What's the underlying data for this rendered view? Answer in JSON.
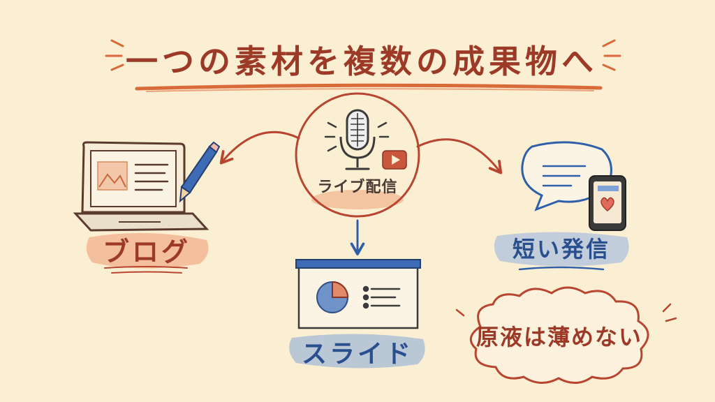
{
  "title": "一つの素材を複数の成果物へ",
  "hub": {
    "label": "ライブ配信",
    "icons": [
      "microphone-icon",
      "video-play-icon"
    ]
  },
  "outputs": {
    "blog": {
      "label": "ブログ",
      "icons": [
        "laptop-icon",
        "pencil-icon"
      ]
    },
    "slide": {
      "label": "スライド",
      "icons": [
        "presentation-board-icon",
        "pie-chart-icon"
      ]
    },
    "short": {
      "label": "短い発信",
      "icons": [
        "speech-bubble-icon",
        "smartphone-icon",
        "heart-icon"
      ]
    }
  },
  "note": {
    "label": "原液は薄めない"
  },
  "colors": {
    "background": "#fbefd3",
    "red": "#b8452f",
    "blue": "#2f5fa8",
    "dark": "#3b3a3a",
    "orange_highlight": "#e9a27a",
    "blue_highlight": "#9eb7d6"
  }
}
